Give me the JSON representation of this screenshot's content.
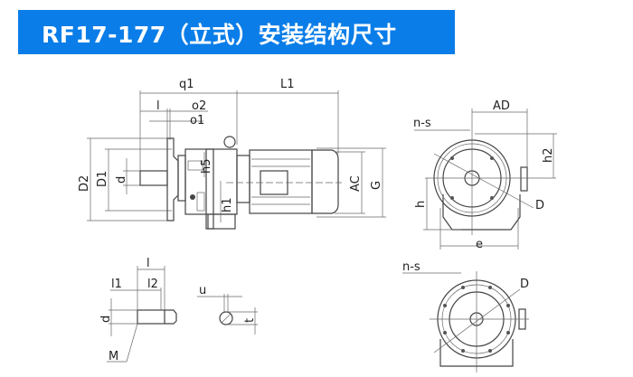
{
  "title": "RF17-177（立式）安装结构尺寸",
  "side_view": {
    "q1": "q1",
    "L1": "L1",
    "l": "l",
    "o2": "o2",
    "o1": "o1",
    "D2": "D2",
    "D1": "D1",
    "d": "d",
    "h5": "h5",
    "h1": "h1",
    "AC": "AC",
    "G": "G"
  },
  "front_view": {
    "n_s": "n-s",
    "AD": "AD",
    "h2": "h2",
    "h": "h",
    "D": "D",
    "e": "e"
  },
  "flange_view": {
    "n_s": "n-s",
    "D": "D"
  },
  "shaft_detail": {
    "l": "l",
    "l1": "l1",
    "l2": "l2",
    "d": "d",
    "M": "M",
    "u": "u",
    "t": "t"
  }
}
